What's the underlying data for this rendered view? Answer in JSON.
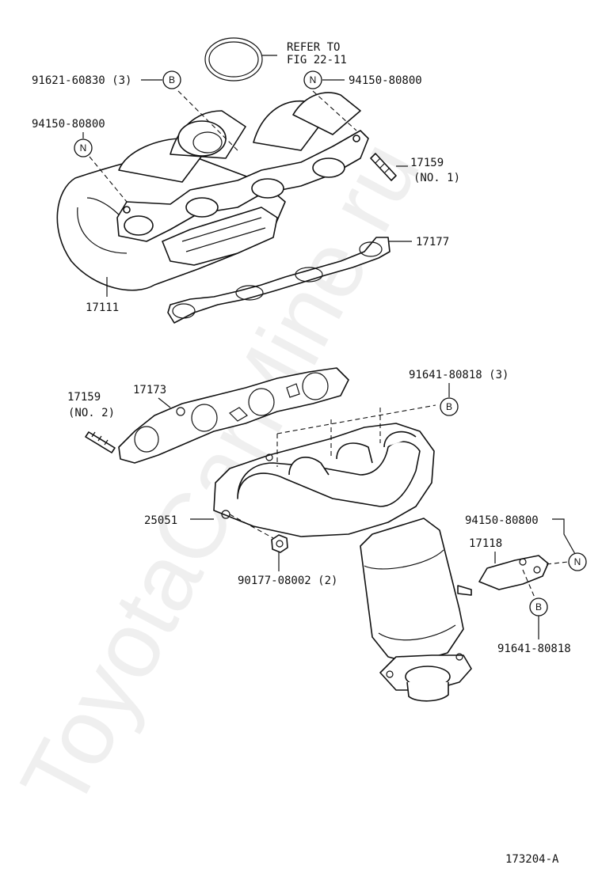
{
  "watermark": "ToyotaCarMine.ru",
  "diagram_id": "173204-A",
  "refer_note": {
    "line1": "REFER TO",
    "line2": "FIG 22-11"
  },
  "callouts": {
    "bolt_top": "91621-60830 (3)",
    "nut_top_right": "94150-80800",
    "nut_top_left": "94150-80800",
    "stud_no1": "17159",
    "stud_no1_sub": "(NO. 1)",
    "gasket_intake": "17177",
    "intake_manifold": "17111",
    "stud_no2": "17159",
    "stud_no2_sub": "(NO. 2)",
    "gasket_exhaust": "17173",
    "bolt_exhaust": "91641-80818 (3)",
    "exhaust_manifold": "25051",
    "nut_exhaust": "90177-08002 (2)",
    "nut_bracket": "94150-80800",
    "bracket": "17118",
    "bolt_bracket": "91641-80818"
  },
  "symbols": {
    "bolt": "B",
    "nut": "N"
  }
}
